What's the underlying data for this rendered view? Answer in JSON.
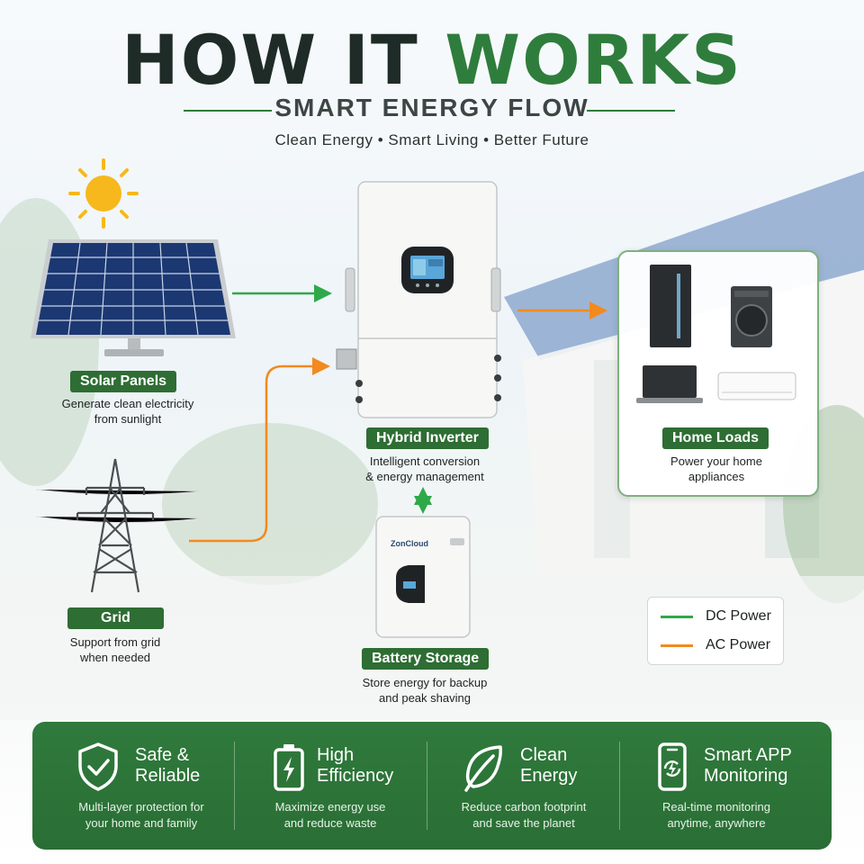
{
  "header": {
    "title_part1": "HOW IT",
    "title_part2": "WORKS",
    "subtitle": "SMART ENERGY FLOW",
    "tagline": "Clean Energy • Smart Living • Better Future"
  },
  "colors": {
    "dc_power": "#2fa84a",
    "ac_power": "#f28a1e",
    "brand_green": "#2e6d33"
  },
  "nodes": {
    "solar": {
      "label": "Solar Panels",
      "desc_line1": "Generate clean electricity",
      "desc_line2": "from sunlight"
    },
    "grid": {
      "label": "Grid",
      "desc_line1": "Support from grid",
      "desc_line2": "when needed"
    },
    "inverter": {
      "label": "Hybrid Inverter",
      "desc_line1": "Intelligent conversion",
      "desc_line2": "& energy management"
    },
    "battery": {
      "label": "Battery Storage",
      "desc_line1": "Store energy for backup",
      "desc_line2": "and peak shaving",
      "brand": "ZonCloud"
    },
    "loads": {
      "label": "Home Loads",
      "desc_line1": "Power your home",
      "desc_line2": "appliances"
    }
  },
  "legend": [
    {
      "label": "DC Power",
      "color": "#2fa84a"
    },
    {
      "label": "AC Power",
      "color": "#f28a1e"
    }
  ],
  "features": [
    {
      "icon": "shield-check-icon",
      "title_line1": "Safe &",
      "title_line2": "Reliable",
      "desc_line1": "Multi-layer protection for",
      "desc_line2": "your home and family"
    },
    {
      "icon": "battery-bolt-icon",
      "title_line1": "High",
      "title_line2": "Efficiency",
      "desc_line1": "Maximize energy use",
      "desc_line2": "and reduce waste"
    },
    {
      "icon": "leaf-icon",
      "title_line1": "Clean",
      "title_line2": "Energy",
      "desc_line1": "Reduce carbon footprint",
      "desc_line2": "and save the planet"
    },
    {
      "icon": "smartphone-app-icon",
      "title_line1": "Smart APP",
      "title_line2": "Monitoring",
      "desc_line1": "Real-time monitoring",
      "desc_line2": "anytime, anywhere"
    }
  ]
}
